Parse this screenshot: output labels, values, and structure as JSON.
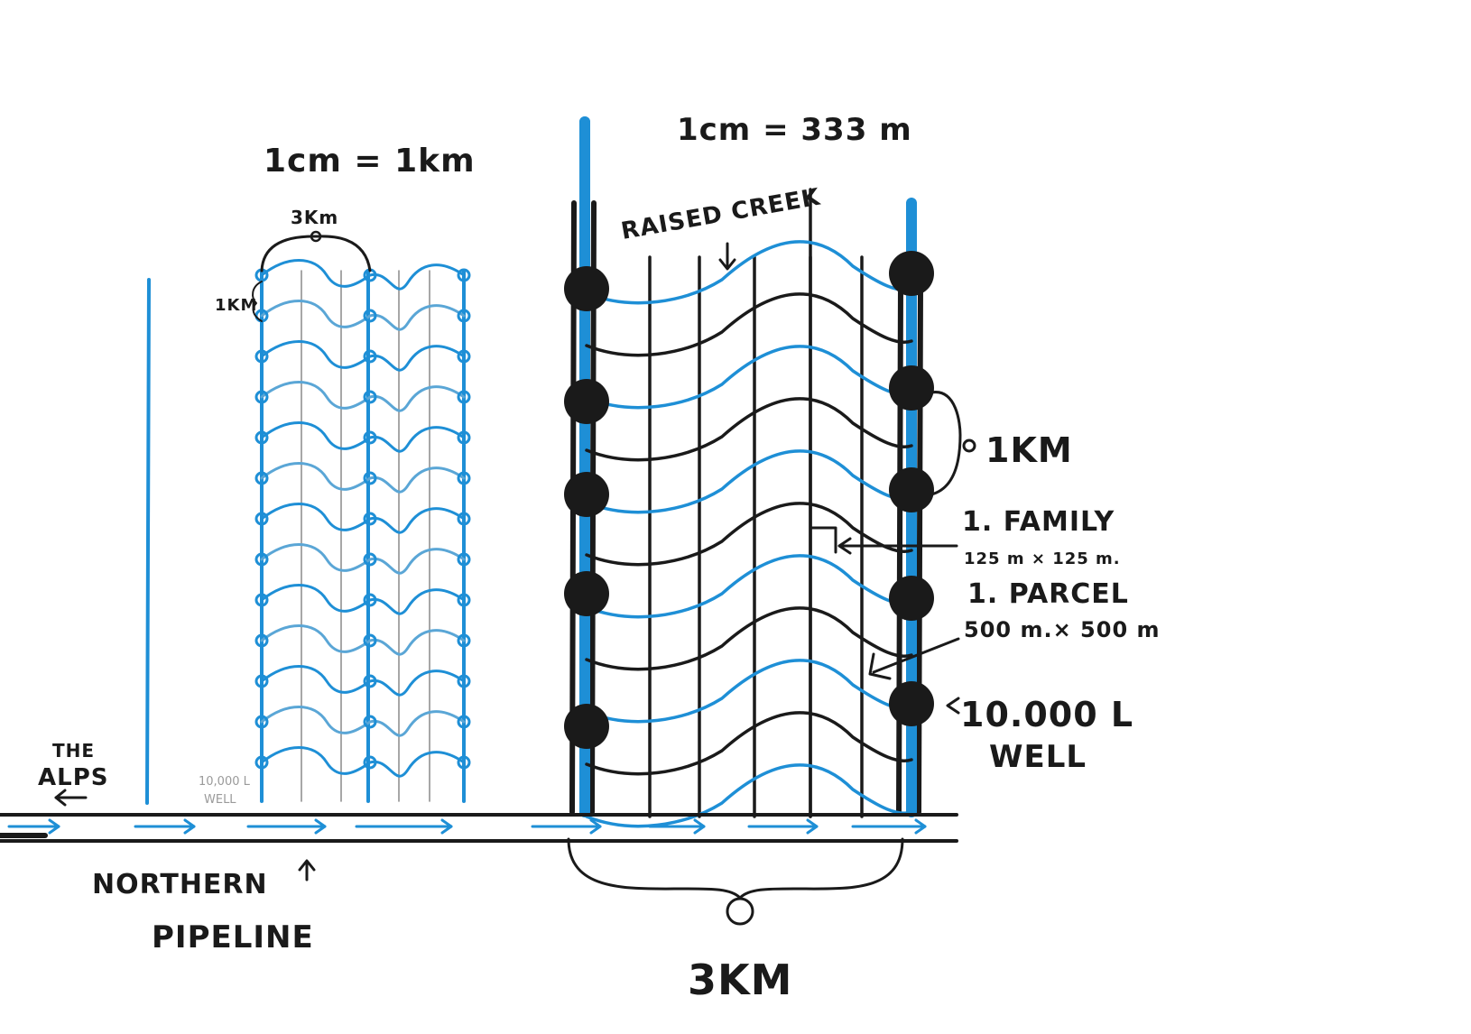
{
  "labels": {
    "scale_left": "1cm = 1km",
    "scale_right": "1cm = 333 m",
    "left_width": "3Km",
    "left_height": "1KM",
    "raised_creek": "RAISED CREEK",
    "spacing_1km": "1KM",
    "family_title": "1. FAMILY",
    "family_size": "125 m × 125 m.",
    "parcel_title": "1. PARCEL",
    "parcel_size": "500 m.× 500 m",
    "well_title": "10.000 L",
    "well_word": "WELL",
    "small_well_title": "10,000 L",
    "small_well_word": "WELL",
    "alps_the": "THE",
    "alps_name": "ALPS",
    "pipeline_line1": "NORTHERN",
    "pipeline_line2": "PIPELINE",
    "bottom_width": "3KM"
  },
  "colors": {
    "water": "#1e8fd6",
    "ink": "#1a1a1a",
    "pencil": "#8a8a8a"
  }
}
